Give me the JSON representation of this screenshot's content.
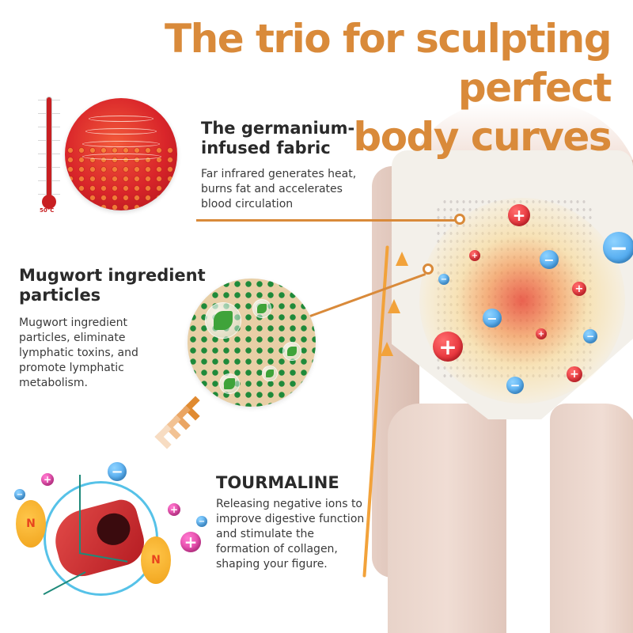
{
  "headline": {
    "line1": "The trio for sculpting perfect",
    "line2": "body curves",
    "color": "#d98a3a"
  },
  "features": [
    {
      "id": "germanium",
      "title_line1": "The germanium-",
      "title_line2": "infused fabric",
      "description": "Far infrared generates heat, burns fat and accelerates blood circulation",
      "illustration": "heated-sphere-icon",
      "thermometer_label": "50°C"
    },
    {
      "id": "mugwort",
      "title_line1": "Mugwort ingredient",
      "title_line2": "particles",
      "description": "Mugwort ingredient particles, eliminate lymphatic toxins, and promote lymphatic metabolism.",
      "illustration": "mugwort-fabric-icon"
    },
    {
      "id": "tourmaline",
      "title_line1": "TOURMALINE",
      "description": "Releasing negative ions to improve digestive function and stimulate the formation of collagen, shaping your figure.",
      "illustration": "magnetic-vessel-diagram",
      "magnet_label": "N"
    }
  ],
  "ions": {
    "positive_symbol": "+",
    "negative_symbol": "−",
    "positive_color": "#d9141f",
    "negative_color": "#2f93e6"
  },
  "colors": {
    "accent": "#d98a3a",
    "contour": "#f2a23a",
    "title_text": "#2a2a2a",
    "body_text": "#3a3a3a"
  }
}
